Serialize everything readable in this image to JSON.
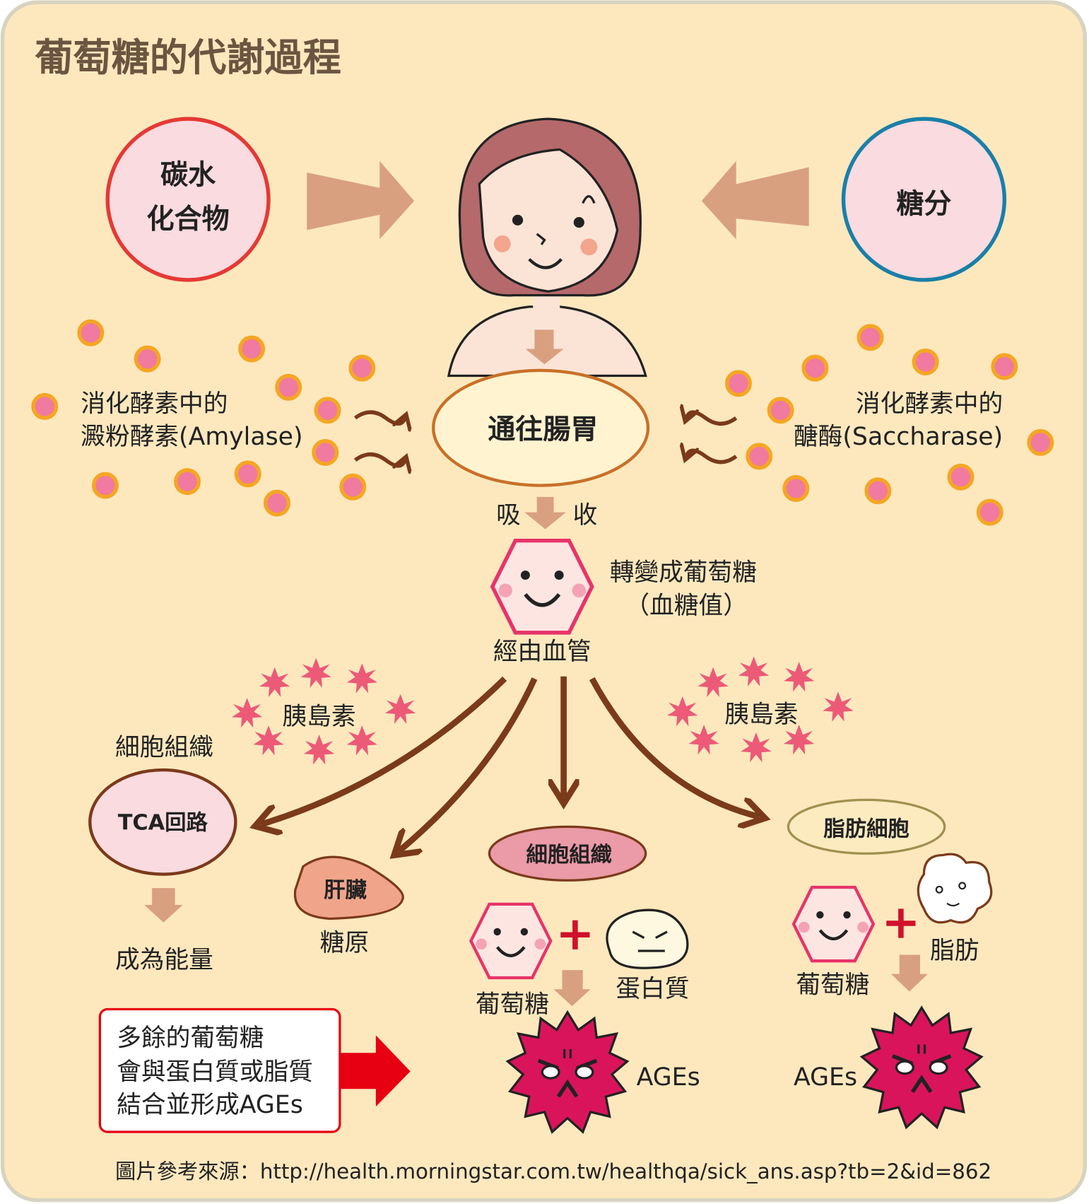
{
  "title": "葡萄糖的代謝過程",
  "sources": {
    "left_circle": [
      "碳水",
      "化合物"
    ],
    "right_circle": "糖分"
  },
  "enzymes": {
    "left": [
      "消化酵素中的",
      "澱粉酵素(Amylase)"
    ],
    "right": [
      "消化酵素中的",
      "醣酶(Saccharase)"
    ]
  },
  "stomach": "通往腸胃",
  "absorb": [
    "吸",
    "收"
  ],
  "convert": [
    "轉變成葡萄糖",
    "（血糖值）"
  ],
  "via_blood": "經由血管",
  "insulin": "胰島素",
  "branches": {
    "tca_caption": "細胞組織",
    "tca": "TCA回路",
    "energy": "成為能量",
    "liver": "肝臟",
    "glycogen": "糖原",
    "cell_tissue": "細胞組織",
    "fat_cell": "脂肪細胞",
    "glucose": "葡萄糖",
    "protein": "蛋白質",
    "fat": "脂肪",
    "ages": "AGEs"
  },
  "note": [
    "多餘的葡萄糖",
    "會與蛋白質或脂質",
    "結合並形成AGEs"
  ],
  "footer": "圖片參考來源：http://health.morningstar.com.tw/healthqa/sick_ans.asp?tb=2&id=862",
  "colors": {
    "background": "#fde8be",
    "brown_arrow": "#7b3a1a",
    "pink_arrow": "#d9a080",
    "red": "#e60012",
    "ages": "#d9145a",
    "blue_ring": "#1a7fa8"
  }
}
